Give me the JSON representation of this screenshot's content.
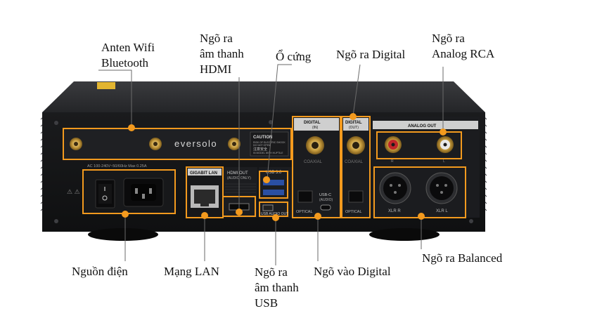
{
  "labels": {
    "antenna": "Anten Wifi\nBluetooth",
    "hdmi_out": "Ngõ ra\nâm thanh\nHDMI",
    "drive": "Ổ cứng",
    "digital_out": "Ngõ ra Digital",
    "analog_rca": "Ngõ ra\nAnalog RCA",
    "power": "Nguồn điện",
    "lan": "Mạng LAN",
    "usb_out": "Ngõ ra\nâm thanh\nUSB",
    "digital_in": "Ngõ vào Digital",
    "balanced": "Ngõ ra Balanced"
  },
  "panel": {
    "brand": "eversolo",
    "caution_title": "CAUTION",
    "caution_line1": "RISK OF ELECTRIC SHOCK",
    "caution_line2": "DO NOT OPEN",
    "caution_cn": "注意安全",
    "caution_line3": "IN MODEL WITH HUPTILE",
    "power_rating": "AC 100-240V~50/60Hz Max 0.25A",
    "lan_label": "GIGABIT LAN",
    "hdmi_label": "HDMI OUT",
    "hdmi_sub": "(AUDIO ONLY)",
    "usb3_label": "USB 3.0",
    "usb_audio_label": "USB AUDIO OUT",
    "digital_in_label": "DIGITAL",
    "digital_in_sub": "(IN)",
    "digital_out_label": "DIGITAL",
    "digital_out_sub": "(OUT)",
    "coaxial": "COAXIAL",
    "optical": "OPTICAL",
    "usbc": "USB-C",
    "usbc_sub": "(AUDIO)",
    "analog_out_label": "ANALOG OUT",
    "xlr_r": "XLR R",
    "xlr_l": "XLR L",
    "rca_r": "R",
    "rca_l": "L"
  },
  "colors": {
    "accent": "#f39a1e",
    "chassis": "#1c1d1f",
    "panel": "#232427",
    "line": "#6a6a6a"
  }
}
